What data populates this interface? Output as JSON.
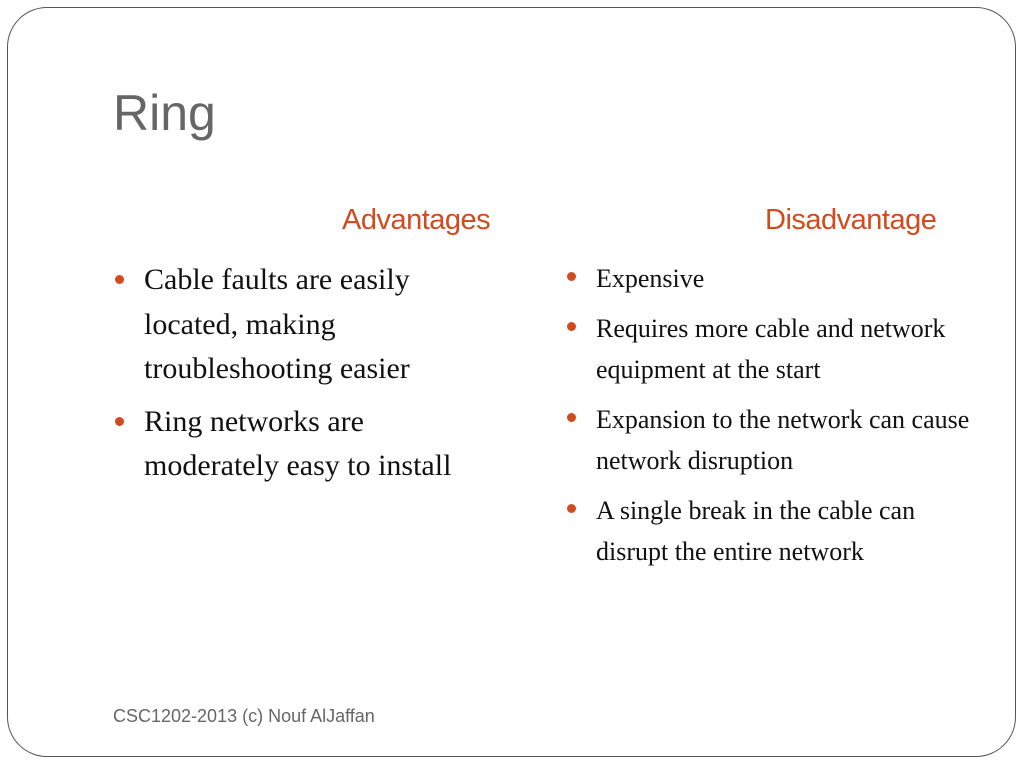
{
  "slide": {
    "title": "Ring",
    "advantages": {
      "heading": "Advantages",
      "items": [
        "Cable faults are easily located, making troubleshooting easier",
        "Ring networks are moderately easy to install"
      ]
    },
    "disadvantages": {
      "heading": "Disadvantage",
      "items": [
        "Expensive",
        "Requires more cable and network equipment at the start",
        "Expansion to the network can cause network disruption",
        "A single break in the cable can disrupt the entire network"
      ]
    },
    "footer": "CSC1202-2013 (c) Nouf AlJaffan"
  },
  "colors": {
    "accent": "#d24a1e",
    "title": "#666666",
    "body_text": "#111111"
  },
  "icons": {
    "bullet": "bullet-dot-icon"
  }
}
